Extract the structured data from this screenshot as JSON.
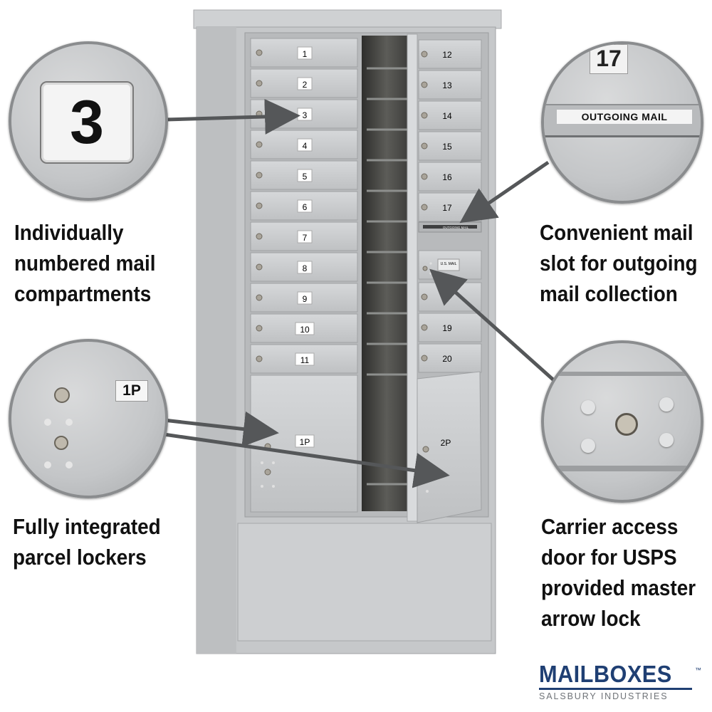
{
  "callouts": {
    "left_top": {
      "lines": [
        "Individually",
        "numbered mail",
        "compartments"
      ]
    },
    "left_bottom": {
      "lines": [
        "Fully integrated",
        "parcel lockers"
      ]
    },
    "right_top": {
      "lines": [
        "Convenient mail",
        "slot for outgoing",
        "mail collection"
      ]
    },
    "right_bottom": {
      "lines": [
        "Carrier access",
        "door for USPS",
        "provided master",
        "arrow lock"
      ]
    }
  },
  "zoom_labels": {
    "number_tag": "3",
    "door_17": "17",
    "outgoing_mail": "OUTGOING MAIL",
    "parcel_tag": "1P"
  },
  "doors": {
    "left_column": [
      "1",
      "2",
      "3",
      "4",
      "5",
      "6",
      "7",
      "8",
      "9",
      "10",
      "11"
    ],
    "right_column": [
      "12",
      "13",
      "14",
      "15",
      "16",
      "17",
      "",
      "19",
      "20"
    ],
    "parcel_left": "1P",
    "parcel_right": "2P",
    "outgoing_slot": "OUTGOING MAIL",
    "usps_plate": "U.S. MAIL"
  },
  "brand": {
    "name": "MAILBOXES",
    "trademark": "™",
    "tagline": "SALSBURY INDUSTRIES"
  },
  "colors": {
    "metal": "#c9cbcd",
    "dark_interior": "#4a4a48",
    "brand_blue": "#1f3f73",
    "arrow": "#555759"
  }
}
